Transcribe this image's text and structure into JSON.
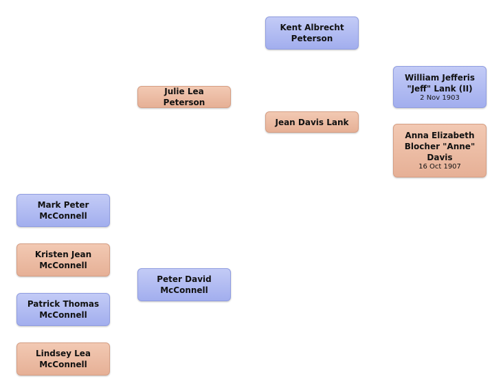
{
  "people": {
    "kent": {
      "name": "Kent Albrecht\nPeterson",
      "sex": "male"
    },
    "julie": {
      "name": "Julie Lea  Peterson",
      "sex": "female"
    },
    "jean": {
      "name": "Jean Davis  Lank",
      "sex": "female"
    },
    "william": {
      "name": "William Jefferis\n\"Jeff\" Lank (II)",
      "date": "2 Nov 1903",
      "sex": "male"
    },
    "anna": {
      "name": "Anna Elizabeth\nBlocher  \"Anne\"\nDavis",
      "date": "16 Oct 1907",
      "sex": "female"
    },
    "mark": {
      "name": "Mark Peter\nMcConnell",
      "sex": "male"
    },
    "kristen": {
      "name": "Kristen Jean\nMcConnell",
      "sex": "female"
    },
    "patrick": {
      "name": "Patrick Thomas\nMcConnell",
      "sex": "male"
    },
    "lindsey": {
      "name": "Lindsey Lea\nMcConnell",
      "sex": "female"
    },
    "peter": {
      "name": "Peter David\nMcConnell",
      "sex": "male"
    }
  },
  "colors": {
    "male_box": "#a9b4f0",
    "female_box": "#ebb99f"
  }
}
